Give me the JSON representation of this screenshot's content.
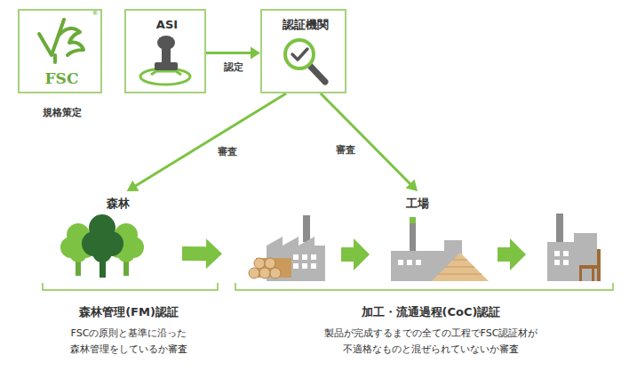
{
  "diagram": {
    "nodes": [
      {
        "text": [
          "FSC",
          "規格策定"
        ]
      },
      {
        "text": [
          "ASI"
        ]
      },
      {
        "text": [
          "認証機関"
        ]
      },
      {
        "text": [
          "森林"
        ]
      },
      {
        "text": [
          "工場"
        ]
      }
    ],
    "edges": [
      {
        "from": 1,
        "to": 2,
        "label": "認定",
        "arrow": "to"
      },
      {
        "from": 2,
        "to": 3,
        "label": "審査",
        "arrow": "to"
      },
      {
        "from": 2,
        "to": 4,
        "label": "審査",
        "arrow": "to"
      },
      {
        "from": 3,
        "to": 4,
        "arrow": "to"
      }
    ],
    "labels": [
      "®",
      "森林管理(FM)認証",
      "FSCの原則と基準に沿った森林管理をしているか審査",
      "加工・流通過程(CoC)認証",
      "製品が完成するまでの全ての工程でFSC認証材が不適格なものと混ぜられていないか審査"
    ]
  }
}
